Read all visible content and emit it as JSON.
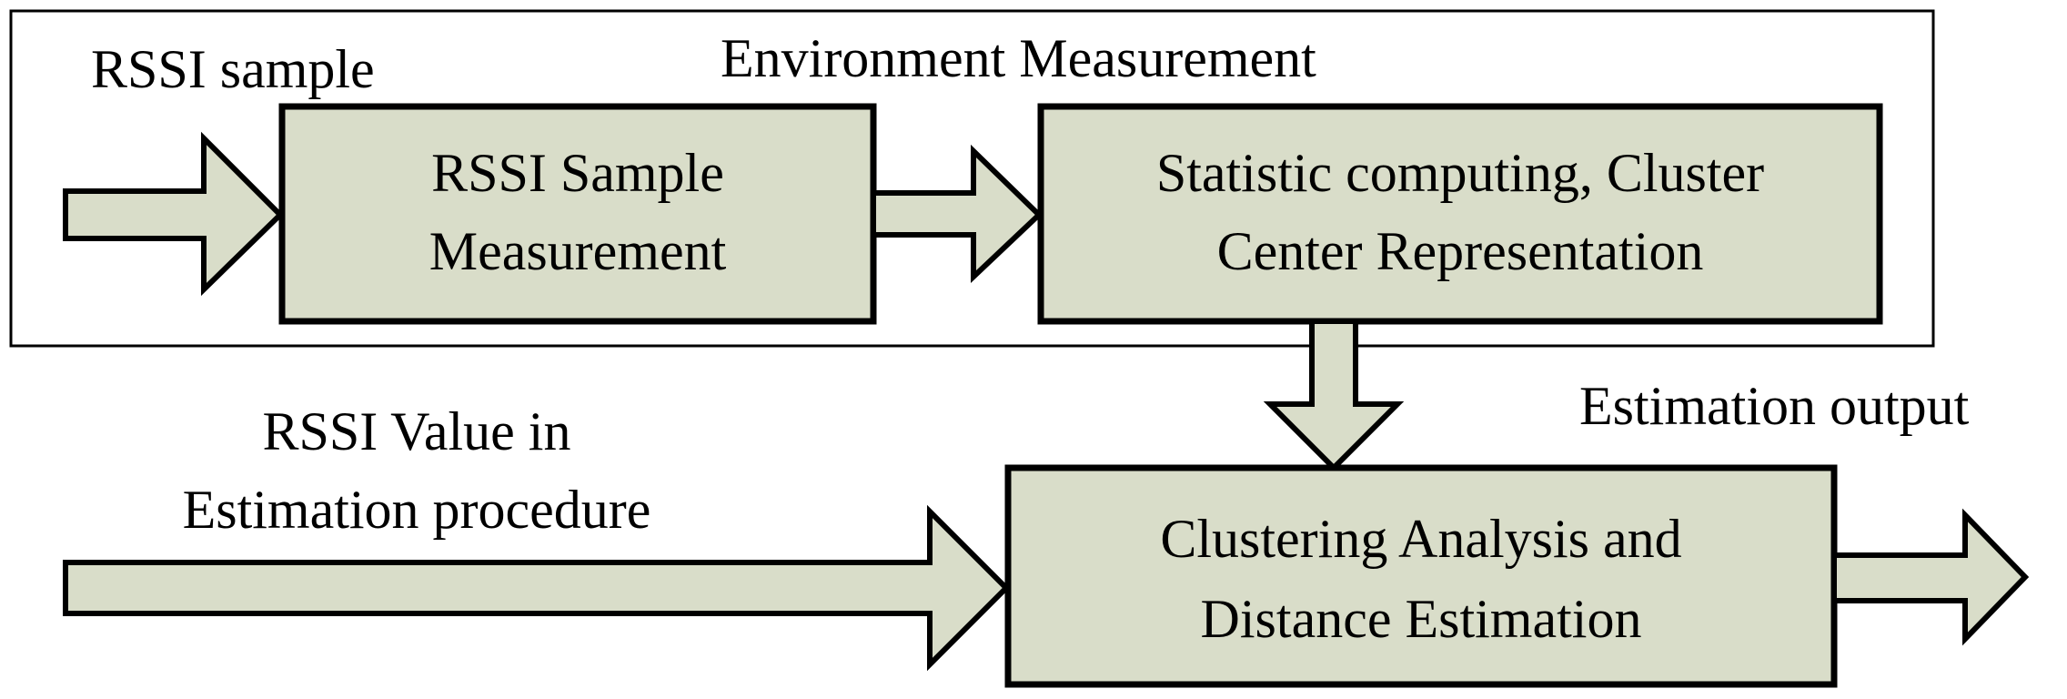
{
  "diagram": {
    "group_label": "Environment Measurement",
    "input_label": "RSSI sample",
    "estimation_input_label": [
      "RSSI Value in",
      "Estimation procedure"
    ],
    "output_label": "Estimation output",
    "boxes": {
      "sample_measurement": [
        "RSSI Sample",
        "Measurement"
      ],
      "statistic": [
        "Statistic computing, Cluster",
        "Center Representation"
      ],
      "clustering": [
        "Clustering Analysis and",
        "Distance Estimation"
      ]
    },
    "colors": {
      "box_fill": "#d9ddc9",
      "stroke": "#000000"
    }
  }
}
